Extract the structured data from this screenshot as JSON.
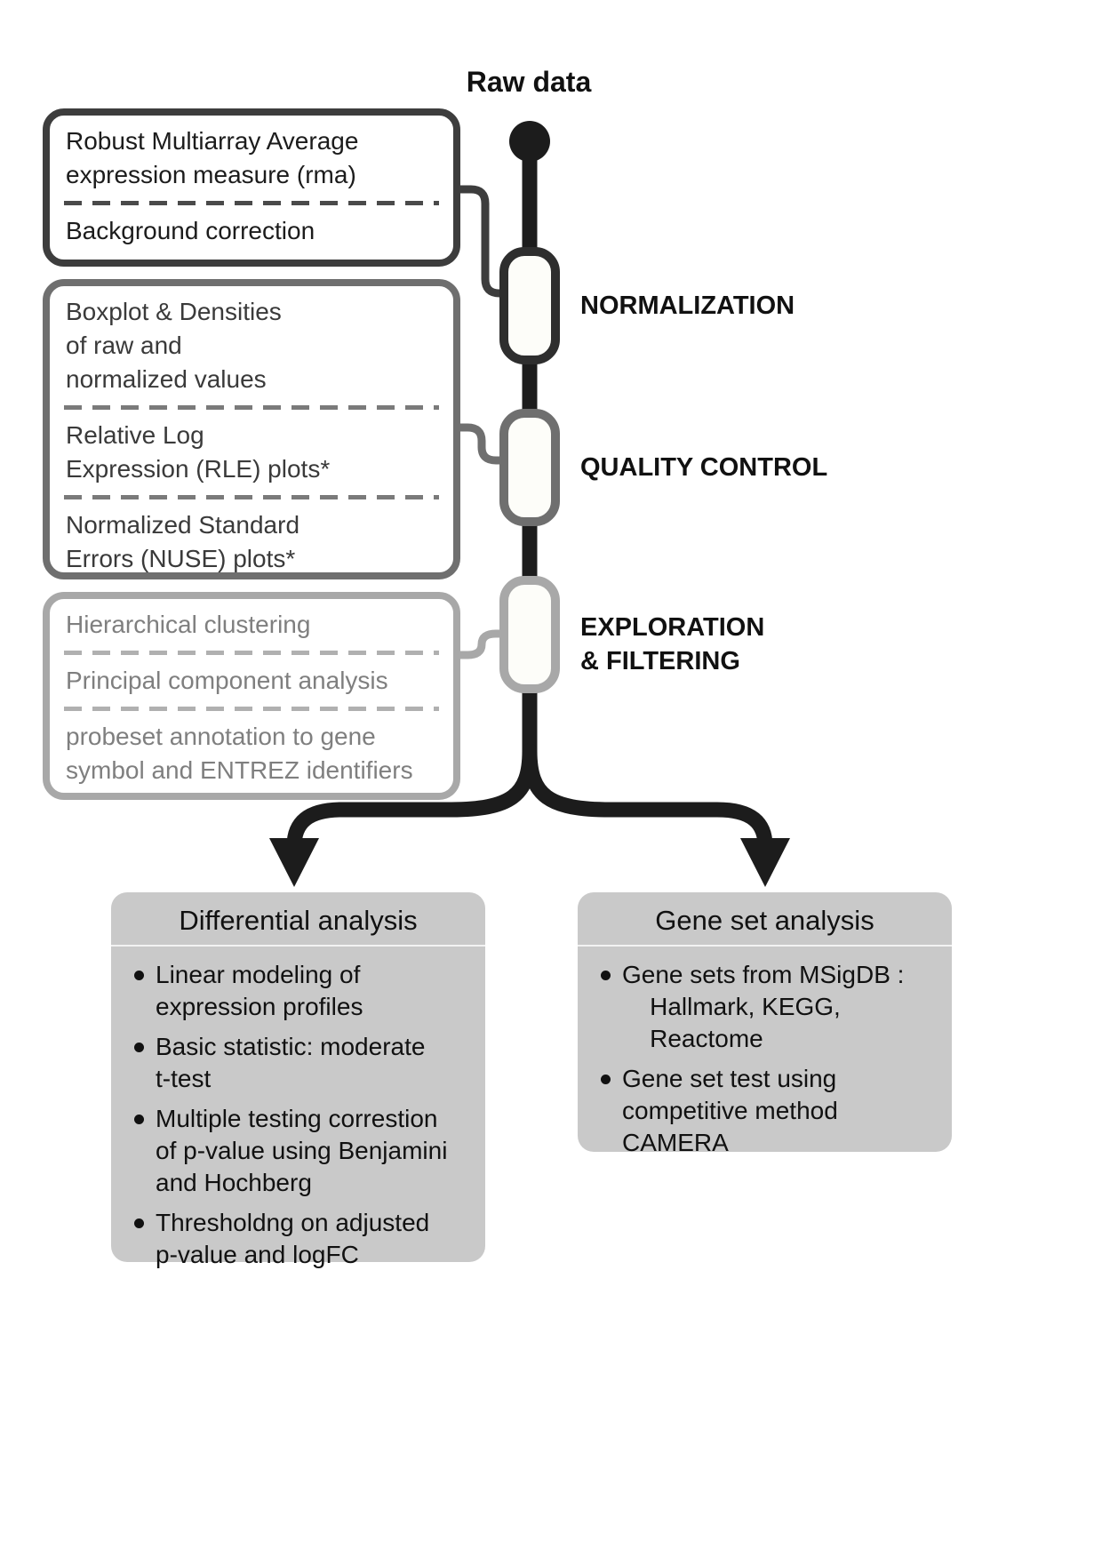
{
  "header": {
    "title": "Raw data"
  },
  "stages": [
    {
      "label": "NORMALIZATION"
    },
    {
      "label": "QUALITY CONTROL"
    },
    {
      "label": "EXPLORATION\n& FILTERING"
    }
  ],
  "method_boxes": [
    {
      "stage": "NORMALIZATION",
      "items": [
        "Robust Multiarray Average\nexpression measure (rma)",
        "Background correction"
      ]
    },
    {
      "stage": "QUALITY CONTROL",
      "items": [
        "Boxplot & Densities\nof raw and\nnormalized values",
        "Relative Log\nExpression (RLE) plots*",
        "Normalized Standard\nErrors (NUSE) plots*"
      ]
    },
    {
      "stage": "EXPLORATION & FILTERING",
      "items": [
        "Hierarchical clustering",
        "Principal component analysis",
        "probeset annotation to gene\nsymbol and ENTREZ identifiers"
      ]
    }
  ],
  "analysis": [
    {
      "title": "Differential analysis",
      "bullets": [
        "Linear modeling of\nexpression profiles",
        "Basic statistic: moderate\nt-test",
        "Multiple testing correstion\nof p-value using Benjamini\nand Hochberg",
        "Thresholdng on adjusted\np-value and logFC"
      ]
    },
    {
      "title": "Gene set analysis",
      "bullets": [
        "Gene sets from MSigDB :\n    Hallmark, KEGG,\n    Reactome",
        "Gene set test using\ncompetitive method\nCAMERA"
      ]
    }
  ],
  "colors": {
    "flow_line": "#1c1c1c",
    "normalization_border": "#3d3d3d",
    "quality_control_border": "#6f6f6f",
    "exploration_border": "#a8a8a8",
    "analysis_fill": "#c9c9c9"
  }
}
